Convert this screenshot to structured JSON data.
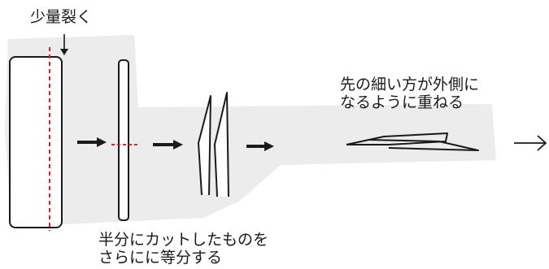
{
  "labels": {
    "small_tear": "少量裂く",
    "overlap_line1": "先の細い方が外側に",
    "overlap_line2": "なるように重ねる",
    "divide_line1": "半分にカットしたものを",
    "divide_line2": "さらにに等分する"
  },
  "steps": [
    "whole-leaf",
    "torn-half",
    "quartered-strips",
    "overlapped-strips"
  ],
  "icons": [
    "right-arrow-icon",
    "down-arrow-icon"
  ],
  "colors": {
    "background_shape": "#ececec",
    "outline": "#1a1a1a",
    "cut_line": "#e0202a"
  }
}
